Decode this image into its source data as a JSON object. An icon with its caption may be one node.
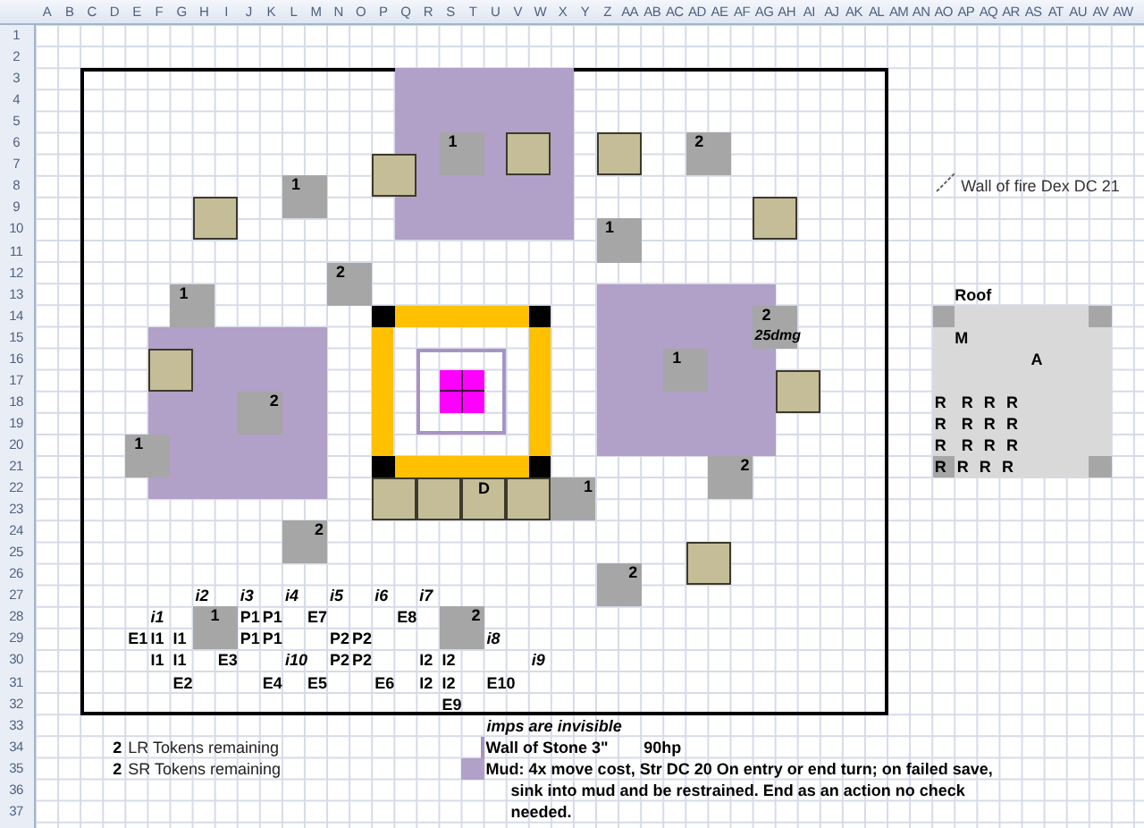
{
  "diagram": {
    "nodes": [
      {
        "text": [
          "1"
        ]
      },
      {
        "text": [],
        "shape": "box"
      },
      {
        "text": [],
        "shape": "box"
      },
      {
        "text": [
          "2"
        ]
      },
      {
        "text": [],
        "shape": "box"
      },
      {
        "text": [
          "1"
        ]
      },
      {
        "text": [],
        "shape": "box"
      },
      {
        "text": [],
        "shape": "box"
      },
      {
        "text": [
          "1"
        ]
      },
      {
        "text": [
          "2"
        ]
      },
      {
        "text": [
          "1"
        ]
      },
      {
        "text": [
          "2",
          "25dmg"
        ]
      },
      {
        "text": [
          "Roof",
          "M",
          "A",
          "R",
          "R",
          "R",
          "R",
          "R",
          "R",
          "R",
          "R",
          "R",
          "R",
          "R",
          "R",
          "R",
          "R",
          "R",
          "R"
        ]
      },
      {
        "text": [],
        "shape": "box"
      },
      {
        "text": [
          "1"
        ]
      },
      {
        "text": [],
        "shape": "box"
      },
      {
        "text": [
          "2"
        ]
      },
      {
        "text": [
          "1"
        ]
      },
      {
        "text": [
          "2"
        ]
      },
      {
        "text": [],
        "shape": "box"
      },
      {
        "text": [],
        "shape": "box"
      },
      {
        "text": [
          "D"
        ]
      },
      {
        "text": [],
        "shape": "box"
      },
      {
        "text": [
          "1"
        ]
      },
      {
        "text": [
          "2"
        ]
      },
      {
        "text": [],
        "shape": "box"
      },
      {
        "text": [
          "2"
        ]
      },
      {
        "text": [
          "1"
        ]
      },
      {
        "text": [
          "2"
        ]
      }
    ],
    "edges": [],
    "labels": [
      "A",
      "B",
      "C",
      "D",
      "E",
      "F",
      "G",
      "H",
      "I",
      "J",
      "K",
      "L",
      "M",
      "N",
      "O",
      "P",
      "Q",
      "R",
      "S",
      "T",
      "U",
      "V",
      "W",
      "X",
      "Y",
      "Z",
      "AA",
      "AB",
      "AC",
      "AD",
      "AE",
      "AF",
      "AG",
      "AH",
      "AI",
      "AJ",
      "AK",
      "AL",
      "AM",
      "AN",
      "AO",
      "AP",
      "AQ",
      "AR",
      "AS",
      "AT",
      "AU",
      "AV",
      "AW",
      "1",
      "2",
      "3",
      "4",
      "5",
      "6",
      "7",
      "8",
      "9",
      "10",
      "11",
      "12",
      "13",
      "14",
      "15",
      "16",
      "17",
      "18",
      "19",
      "20",
      "21",
      "22",
      "23",
      "24",
      "25",
      "26",
      "27",
      "28",
      "29",
      "30",
      "31",
      "32",
      "33",
      "34",
      "35",
      "36",
      "37",
      "i2",
      "i3",
      "i4",
      "i5",
      "i6",
      "i7",
      "i1",
      "P1",
      "P1",
      "E7",
      "E8",
      "E1",
      "I1",
      "I1",
      "P1",
      "P1",
      "P2",
      "P2",
      "i8",
      "I1",
      "I1",
      "E3",
      "i10",
      "P2",
      "P2",
      "I2",
      "I2",
      "i9",
      "E2",
      "E4",
      "E5",
      "E6",
      "I2",
      "I2",
      "E10",
      "E9",
      "imps are invisible",
      "2",
      "LR Tokens remaining",
      "90hp",
      "2",
      "SR Tokens remaining"
    ],
    "legend": [
      {
        "text": "Wall of fire Dex DC 21"
      },
      {
        "text": "Wall of Stone 3\""
      },
      {
        "text": "Mud: 4x move cost, Str DC 20 On entry or end turn; on failed save, sink into mud and be restrained. End as an action no check needed.",
        "color": "#b1a0c7"
      }
    ]
  }
}
